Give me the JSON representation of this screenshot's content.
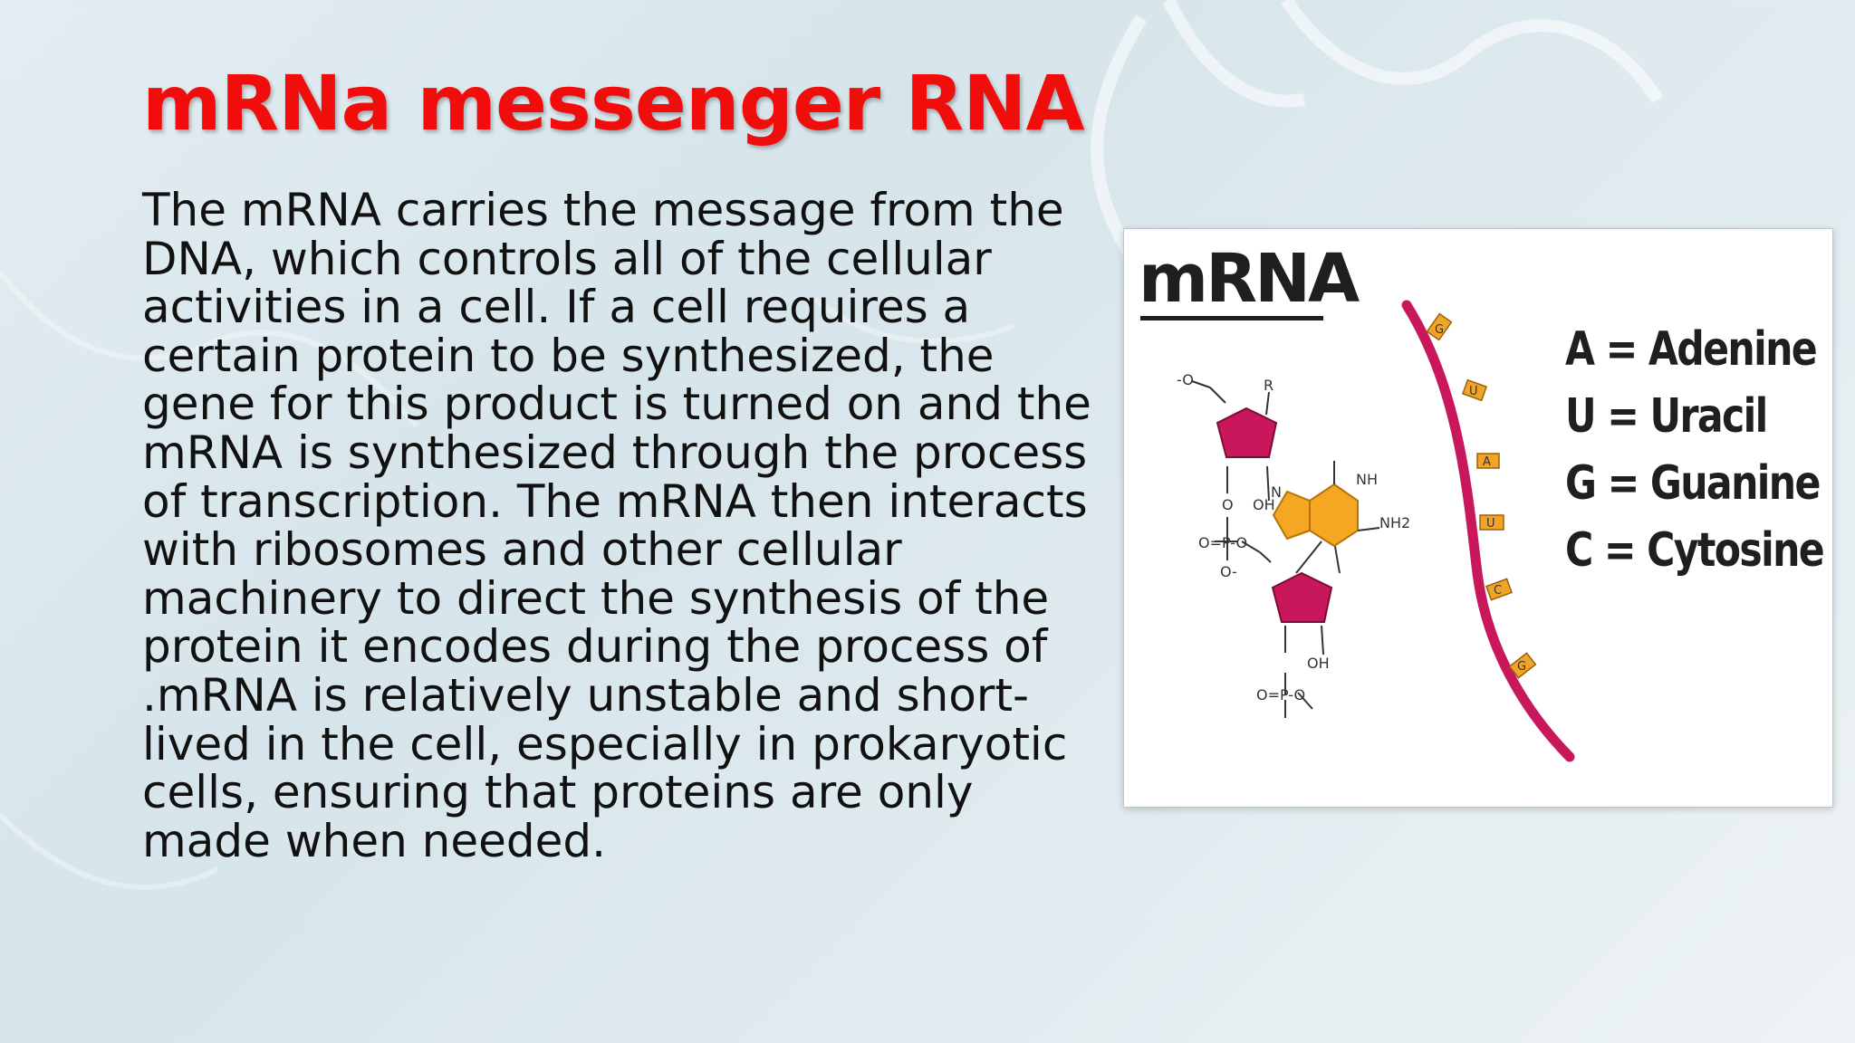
{
  "slide": {
    "title": "mRNa messenger RNA",
    "body_lines": [
      "The mRNA carries the message from the",
      "DNA, which controls all of the cellular",
      "activities in a cell. If a cell requires a",
      "certain protein to be synthesized, the",
      "gene for this product is turned on and the",
      "mRNA is synthesized through the process",
      "of transcription. The mRNA then interacts",
      "with ribosomes and other cellular",
      "machinery to direct the synthesis of the",
      "protein it encodes during the process of",
      ".mRNA is relatively unstable and short-",
      "lived in the cell, especially in prokaryotic",
      "cells, ensuring that proteins are only",
      "made when needed."
    ]
  },
  "figure": {
    "heading": "mRNA",
    "legend": [
      "A = Adenine",
      "U = Uracil",
      "G = Guanine",
      "C = Cytosine"
    ],
    "strand_bases": [
      "G",
      "U",
      "A",
      "U",
      "C",
      "G"
    ],
    "molecule_labels": {
      "oxygen_minus": "-O",
      "r_group": "R",
      "oh_top": "OH",
      "oh_bottom": "OH",
      "o": "O",
      "phosphate_top": "O=P-O",
      "phosphate_bottom": "O=P-O",
      "o_minus": "O-",
      "n": "N",
      "nh": "NH",
      "nh2": "NH2"
    },
    "colors": {
      "sugar": "#c8175a",
      "base": "#f5a623",
      "strand": "#c8175a",
      "strand_base": "#f0a52a"
    }
  },
  "colors": {
    "title": "#f20d0d",
    "text": "#111111",
    "background": "#dde9ee"
  }
}
